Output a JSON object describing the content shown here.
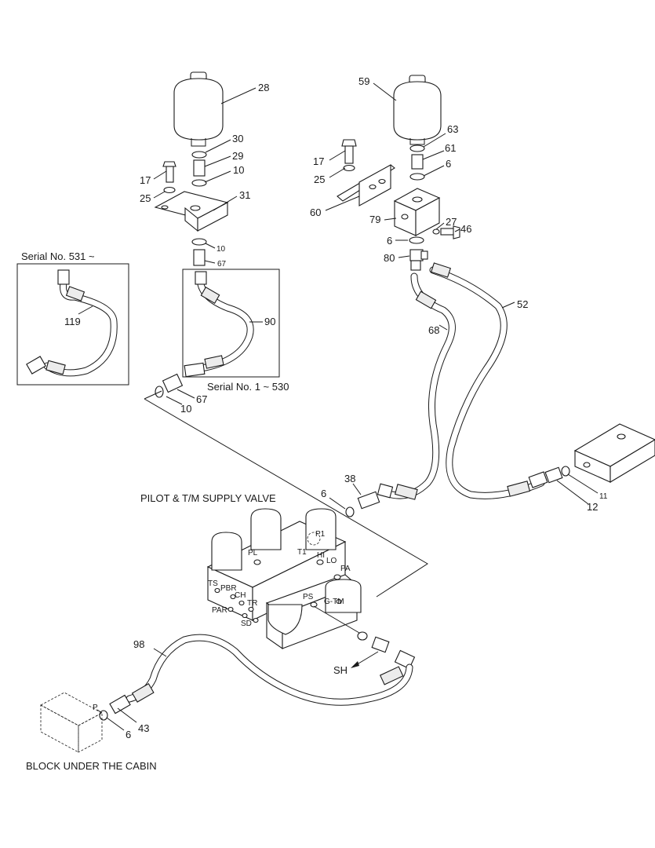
{
  "callouts": {
    "c28": "28",
    "c59": "59",
    "c30": "30",
    "c29": "29",
    "c10a": "10",
    "c17a": "17",
    "c25a": "25",
    "c31": "31",
    "c10b": "10",
    "c67a": "67",
    "c90": "90",
    "c10c": "10",
    "c67b": "67",
    "c119": "119",
    "c63": "63",
    "c61": "61",
    "c6a": "6",
    "c17b": "17",
    "c25b": "25",
    "c60": "60",
    "c79": "79",
    "c27": "27",
    "c46": "46",
    "c6b": "6",
    "c80": "80",
    "c52": "52",
    "c68": "68",
    "c38": "38",
    "c6c": "6",
    "c11": "11",
    "c12": "12",
    "c98": "98",
    "c43": "43",
    "c6d": "6"
  },
  "serial_labels": {
    "late": "Serial No. 531 ~",
    "early": "Serial No. 1 ~ 530"
  },
  "valve": {
    "title": "PILOT & T/M SUPPLY VALVE",
    "ports": {
      "p1": "P1",
      "t1": "T1",
      "hi": "HI",
      "lo": "LO",
      "pl": "PL",
      "pa": "PA",
      "ts": "TS",
      "pbr": "PBR",
      "ch": "CH",
      "tr": "TR",
      "par": "PAR",
      "sd": "SD",
      "ps": "PS",
      "gtm": "G-TM"
    }
  },
  "outputs": {
    "sh": "SH",
    "p": "P"
  },
  "block_label": "BLOCK UNDER THE CABIN"
}
